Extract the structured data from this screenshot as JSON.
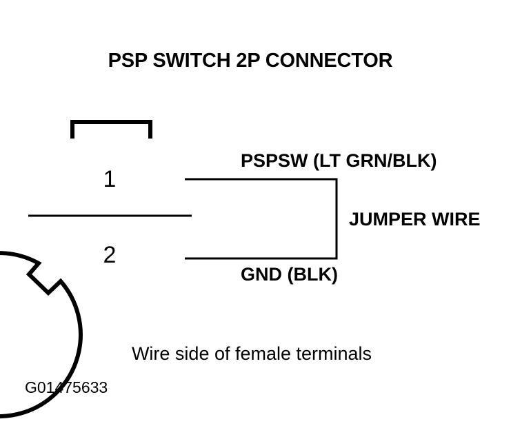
{
  "figure": {
    "title": "PSP SWITCH 2P CONNECTOR",
    "caption": "Wire side of female terminals",
    "figure_id": "G01475633",
    "background_color": "#ffffff",
    "line_color": "#000000"
  },
  "connector": {
    "shape_name": "round-2-pin-connector-outline",
    "tab_name": "connector-locking-tab",
    "notch_name": "connector-keyway-notch",
    "divider_name": "pin-divider-line",
    "pins": [
      {
        "number": "1",
        "position": "upper",
        "circuit": "PSPSW",
        "wire_color": "LT GRN/BLK"
      },
      {
        "number": "2",
        "position": "lower",
        "circuit": "GND",
        "wire_color": "BLK"
      }
    ]
  },
  "wire_labels": {
    "pin1": "PSPSW (LT GRN/BLK)",
    "pin2": "GND (BLK)",
    "jumper": "JUMPER WIRE"
  }
}
